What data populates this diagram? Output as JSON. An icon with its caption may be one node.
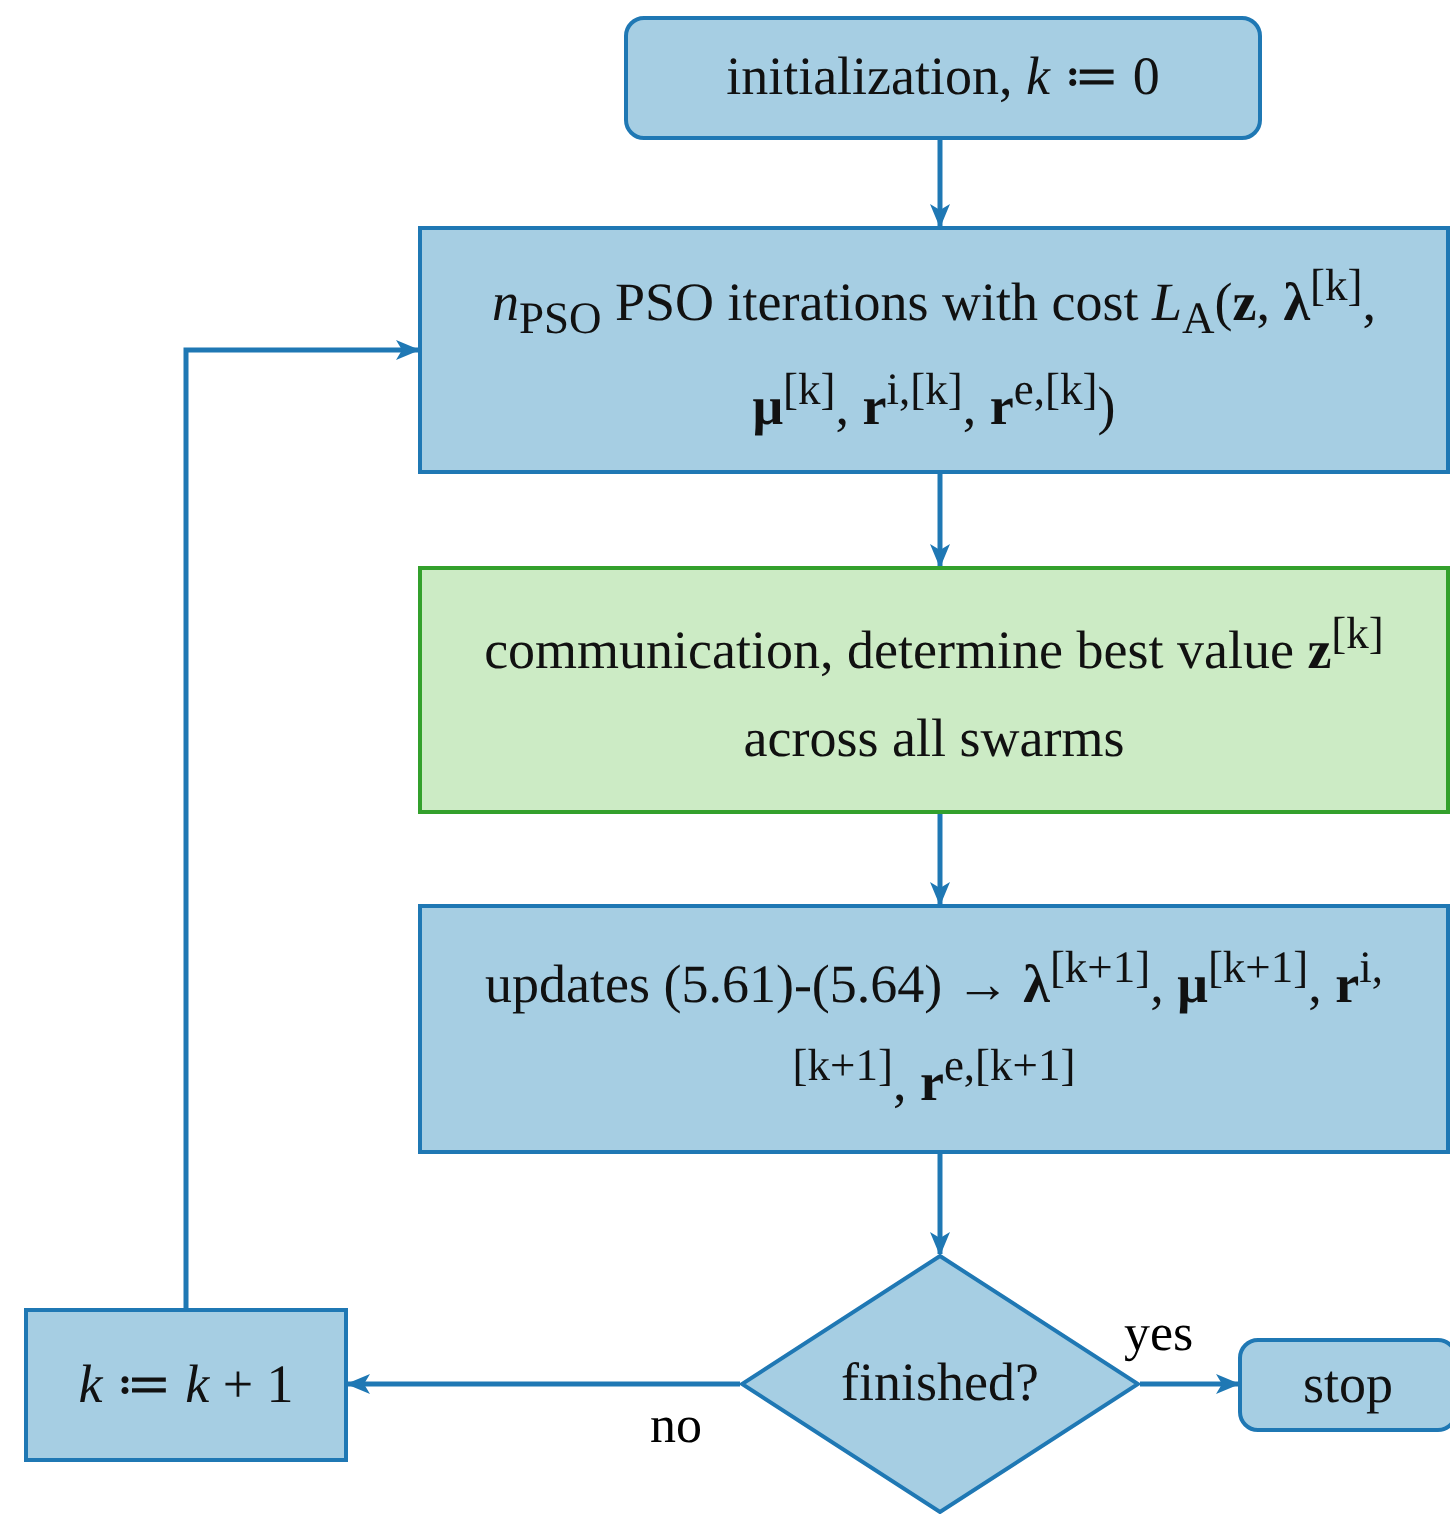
{
  "diagram": {
    "nodes": [
      {
        "text": [
          "initialization, *k* ≔ 0"
        ]
      },
      {
        "text": [
          "*n*$_{PSO}$ PSO iterations with cost *L*$_{A}$(**z**, **λ**$^{[k]}$, **μ**$^{[k]}$, **r**$^{i,[k]}$, **r**$^{e,[k]}$)"
        ]
      },
      {
        "text": [
          "communication, determine best value **z**$^{[k]}$ across all swarms"
        ]
      },
      {
        "text": [
          "updates (5.61)-(5.64) → **λ**$^{[k+1]}$, **μ**$^{[k+1]}$, **r**$^{i,[k+1]}$, **r**$^{e,[k+1]}$"
        ]
      },
      {
        "text": [
          "finished?"
        ]
      },
      {
        "text": [
          "*k* ≔ *k* + 1"
        ]
      },
      {
        "text": [
          "stop"
        ]
      }
    ],
    "edges": [
      {
        "from": 0,
        "to": 1,
        "arrow": "to"
      },
      {
        "from": 1,
        "to": 2,
        "arrow": "to"
      },
      {
        "from": 2,
        "to": 3,
        "arrow": "to"
      },
      {
        "from": 3,
        "to": 4,
        "arrow": "to"
      },
      {
        "from": 4,
        "to": 6,
        "arrow": "to",
        "label": "yes"
      },
      {
        "from": 4,
        "to": 5,
        "arrow": "to",
        "label": "no"
      },
      {
        "from": 5,
        "to": 1,
        "arrow": "to"
      }
    ]
  }
}
